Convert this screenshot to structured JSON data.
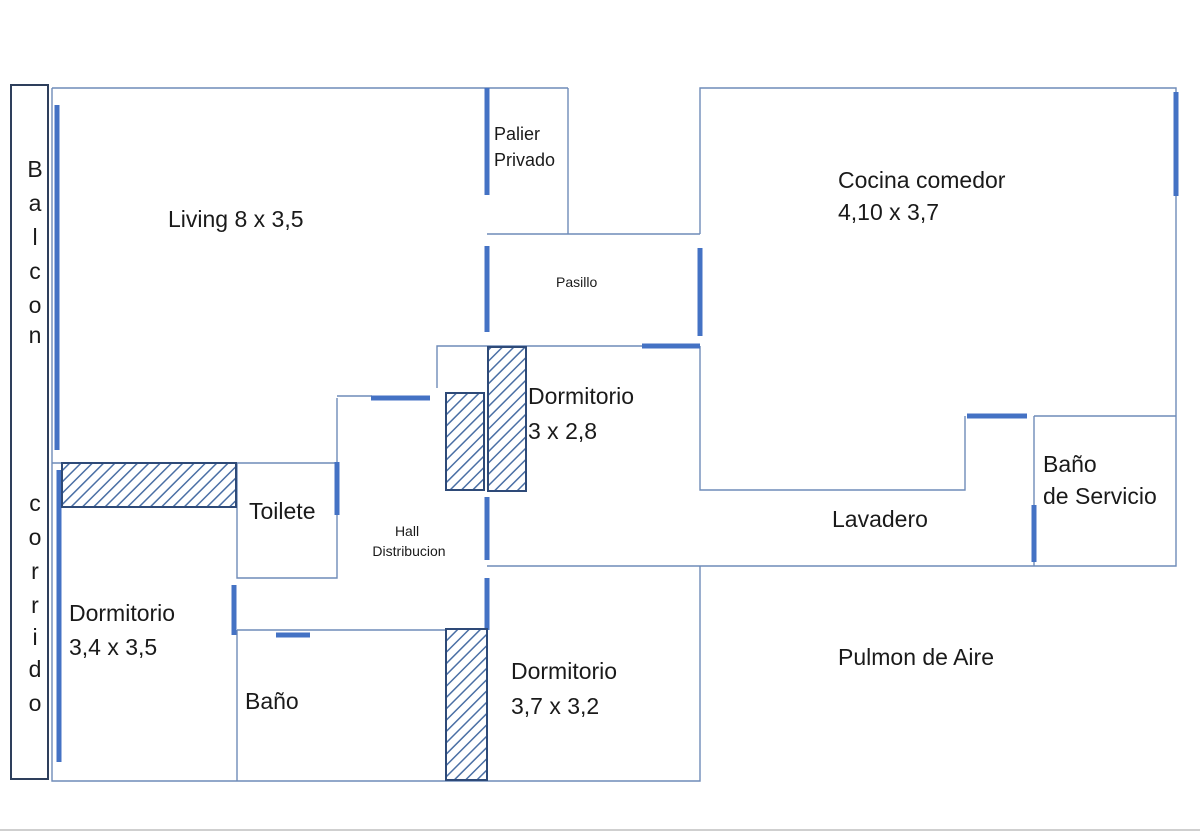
{
  "balcony": {
    "word1_letters": [
      "B",
      "a",
      "l",
      "c",
      "o",
      "n"
    ],
    "word2_letters": [
      "c",
      "o",
      "r",
      "r",
      "i",
      "d",
      "o"
    ]
  },
  "rooms": {
    "living": "Living 8 x 3,5",
    "palier_line1": "Palier",
    "palier_line2": "Privado",
    "pasillo": "Pasillo",
    "cocina_line1": "Cocina comedor",
    "cocina_line2": "4,10 x 3,7",
    "dorm_center_line1": "Dormitorio",
    "dorm_center_line2": "3 x 2,8",
    "toilete": "Toilete",
    "hall_line1": "Hall",
    "hall_line2": "Distribucion",
    "lavadero": "Lavadero",
    "bano_servicio_line1": "Baño",
    "bano_servicio_line2": "de Servicio",
    "dorm_left_line1": "Dormitorio",
    "dorm_left_line2": "3,4 x 3,5",
    "bano": "Baño",
    "dorm_bottom_line1": "Dormitorio",
    "dorm_bottom_line2": "3,7 x 3,2",
    "pulmon": "Pulmon de Aire"
  },
  "colors": {
    "wall": "#6f8bb8",
    "opening": "#4472c4",
    "closet_outline": "#2e4a78",
    "closet_hatch": "#4a6fa5",
    "text": "#1a1a1a"
  }
}
